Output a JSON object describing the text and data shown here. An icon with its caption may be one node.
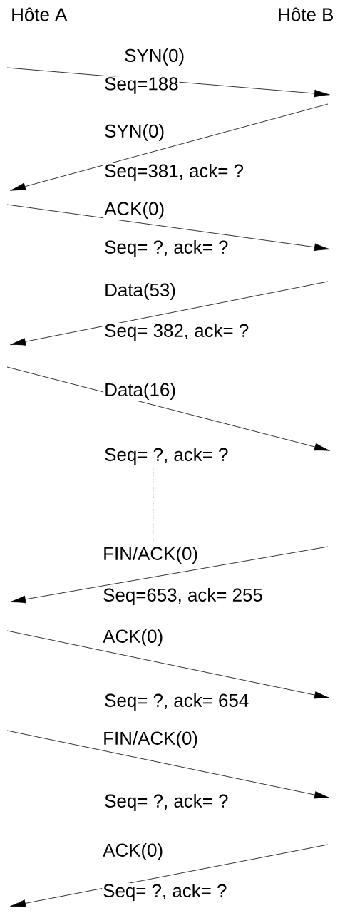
{
  "diagram": {
    "nodes": [
      {
        "text": [
          "Hôte A"
        ]
      },
      {
        "text": [
          "Hôte B"
        ]
      }
    ],
    "labels": [
      "SYN(0)",
      "Seq=188",
      "SYN(0)",
      "Seq=381, ack= ?",
      "ACK(0)",
      "Seq= ?, ack= ?",
      "Data(53)",
      "Seq= 382, ack= ?",
      "Data(16)",
      "Seq= ?, ack= ?",
      "FIN/ACK(0)",
      "Seq=653, ack= 255",
      "ACK(0)",
      "Seq= ?, ack= 654",
      "FIN/ACK(0)",
      "Seq= ?, ack= ?",
      "ACK(0)",
      "Seq= ?, ack= ?"
    ]
  }
}
